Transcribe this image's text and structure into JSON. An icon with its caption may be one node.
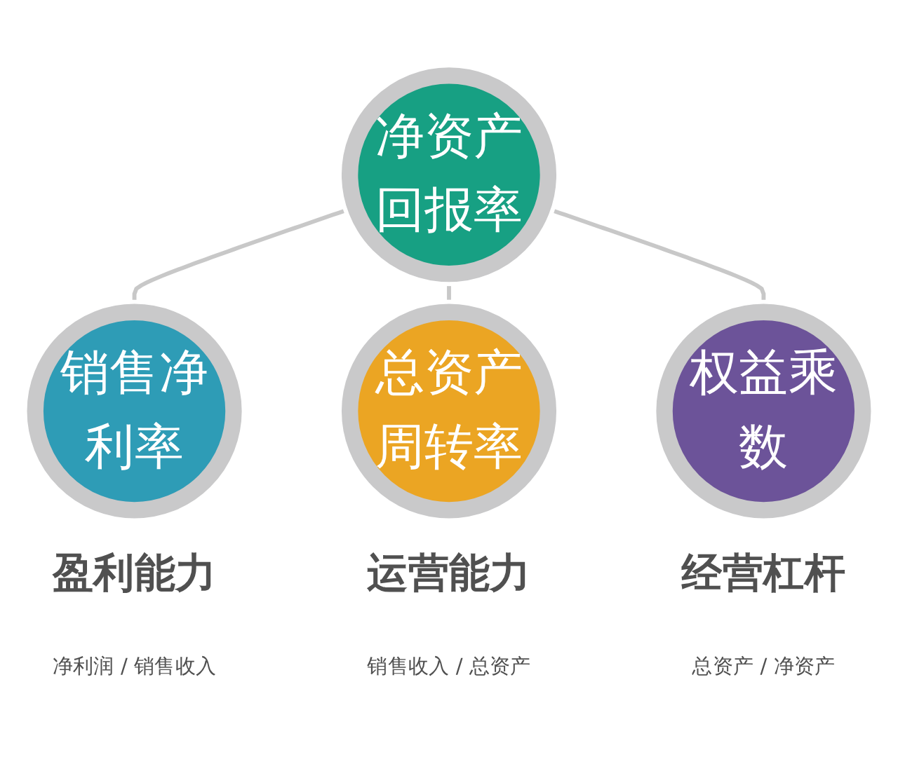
{
  "diagram": {
    "nodes": [
      {
        "text": [
          "净资产回报率"
        ]
      },
      {
        "text": [
          "销售净利率"
        ],
        "beside": [
          "盈利能力",
          "净利润 / 销售收入"
        ]
      },
      {
        "text": [
          "总资产周转率"
        ],
        "beside": [
          "运营能力",
          "销售收入 / 总资产"
        ]
      },
      {
        "text": [
          "权益乘数"
        ],
        "beside": [
          "经营杠杆",
          "总资产 / 净资产"
        ]
      }
    ],
    "edges": [
      {
        "from": 0,
        "to": 1,
        "arrow": "none"
      },
      {
        "from": 0,
        "to": 2,
        "arrow": "none"
      },
      {
        "from": 0,
        "to": 3,
        "arrow": "none"
      }
    ]
  }
}
